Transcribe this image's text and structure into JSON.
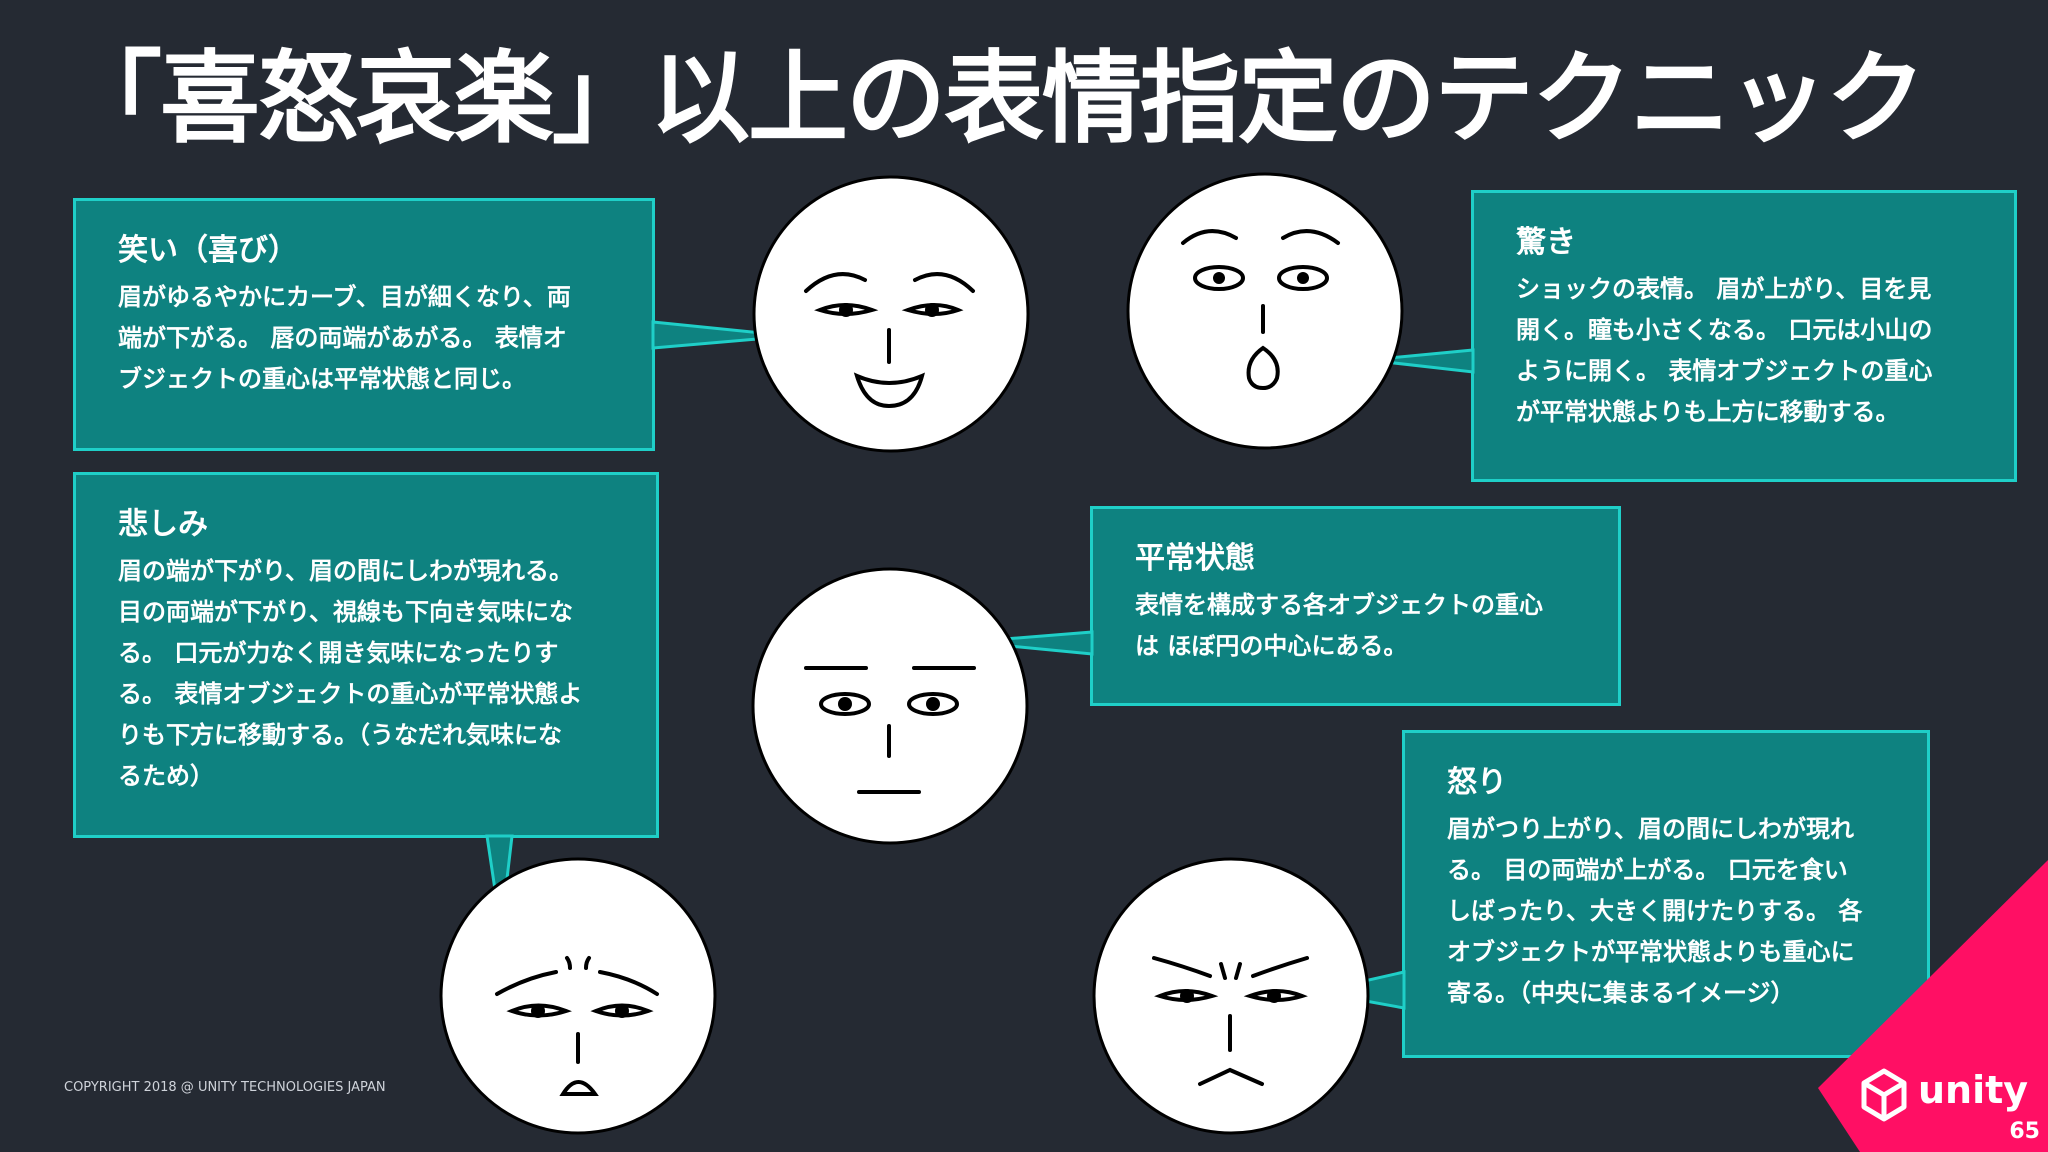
{
  "title": "「喜怒哀楽」以上の表情指定のテクニック",
  "footer": "COPYRIGHT 2018 @ UNITY TECHNOLOGIES JAPAN",
  "page_number": "65",
  "logo": {
    "text": "unity",
    "icon": "unity-cube-icon",
    "color": "#ff0f64"
  },
  "colors": {
    "background": "#252a33",
    "box_fill": "#0e8280",
    "box_border": "#1fcfc8"
  },
  "boxes": {
    "joy": {
      "heading": "笑い（喜び）",
      "body": "眉がゆるやかにカーブ、目が細くなり、両\n端が下がる。 唇の両端があがる。 表情オ\nブジェクトの重心は平常状態と同じ。"
    },
    "surprise": {
      "heading": "驚き",
      "body": "ショックの表情。 眉が上がり、目を見\n開く。瞳も小さくなる。 口元は小山の\nように開く。 表情オブジェクトの重心\nが平常状態よりも上方に移動する。"
    },
    "sad": {
      "heading": "悲しみ",
      "body": "眉の端が下がり、眉の間にしわが現れる。\n目の両端が下がり、視線も下向き気味にな\nる。 口元が力なく開き気味になったりす\nる。 表情オブジェクトの重心が平常状態よ\nりも下方に移動する。（うなだれ気味にな\nるため）"
    },
    "neutral": {
      "heading": "平常状態",
      "body": "表情を構成する各オブジェクトの重心\nは ほぼ円の中心にある。"
    },
    "anger": {
      "heading": "怒り",
      "body": "眉がつり上がり、眉の間にしわが現れ\nる。 目の両端が上がる。 口元を食い\nしばったり、大きく開けたりする。 各\nオブジェクトが平常状態よりも重心に\n寄る。（中央に集まるイメージ）"
    }
  }
}
